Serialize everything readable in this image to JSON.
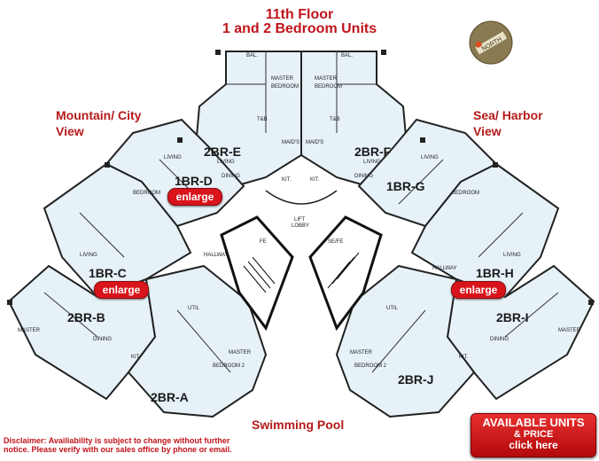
{
  "title": {
    "line1": "11th Floor",
    "line2": "1 and 2 Bedroom Units"
  },
  "views": {
    "left_line1": "Mountain/ City",
    "left_line2": "View",
    "right_line1": "Sea/ Harbor",
    "right_line2": "View"
  },
  "units": {
    "br2e": "2BR-E",
    "br2f": "2BR-F",
    "br1d": "1BR-D",
    "br1g": "1BR-G",
    "br1c": "1BR-C",
    "br1h": "1BR-H",
    "br2b": "2BR-B",
    "br2i": "2BR-I",
    "br2a": "2BR-A",
    "br2j": "2BR-J"
  },
  "enlarge_label": "enlarge",
  "rooms": {
    "master": "MASTER",
    "bedroom": "BEDROOM",
    "bedroom2": "BEDROOM 2",
    "living": "LIVING",
    "dining": "DINING",
    "kit": "KIT.",
    "bal": "BAL.",
    "tb": "T&B",
    "maids": "MAID'S",
    "util": "UTIL",
    "lift": "LIFT",
    "lobby": "LOBBY",
    "fe": "FE",
    "sefe": "SE/FE",
    "hallway": "HALLWAY"
  },
  "pool_label": "Swimming Pool",
  "disclaimer": "Disclaimer: Availiability is subject to change without further notice. Please verify with our sales office by phone or email.",
  "cta": {
    "line1": "AVAILABLE UNITS",
    "line2": "& PRICE",
    "line3": "click here"
  },
  "north_label": "NORTH",
  "colors": {
    "accent": "#c0141b",
    "wall": "#1a1a1a",
    "unit_fill": "#e4f1f8",
    "button": "#d9141b"
  }
}
